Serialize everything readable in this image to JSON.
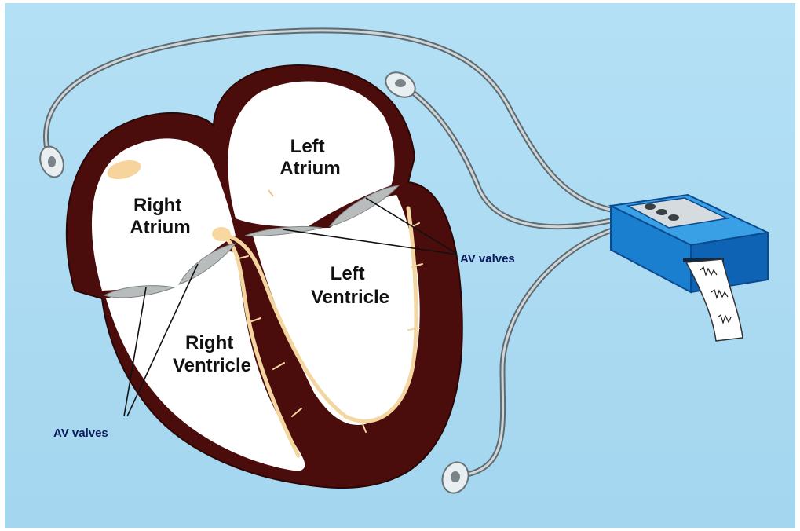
{
  "labels": {
    "left_atrium": [
      "Left",
      "Atrium"
    ],
    "right_atrium": [
      "Right",
      "Atrium"
    ],
    "left_ventricle": [
      "Left",
      "Ventricle"
    ],
    "right_ventricle": [
      "Right",
      "Ventricle"
    ],
    "av_valves_right": "AV valves",
    "av_valves_left": "AV valves"
  },
  "colors": {
    "background": "#a9d9f0",
    "myocardium": "#4a0c0a",
    "chamber": "#ffffff",
    "conduction": "#f4d9a6",
    "valve": "#b7b9b8",
    "device": "#1f86d4",
    "device_dark": "#0c4f98",
    "cable": "#9aa4a8"
  }
}
